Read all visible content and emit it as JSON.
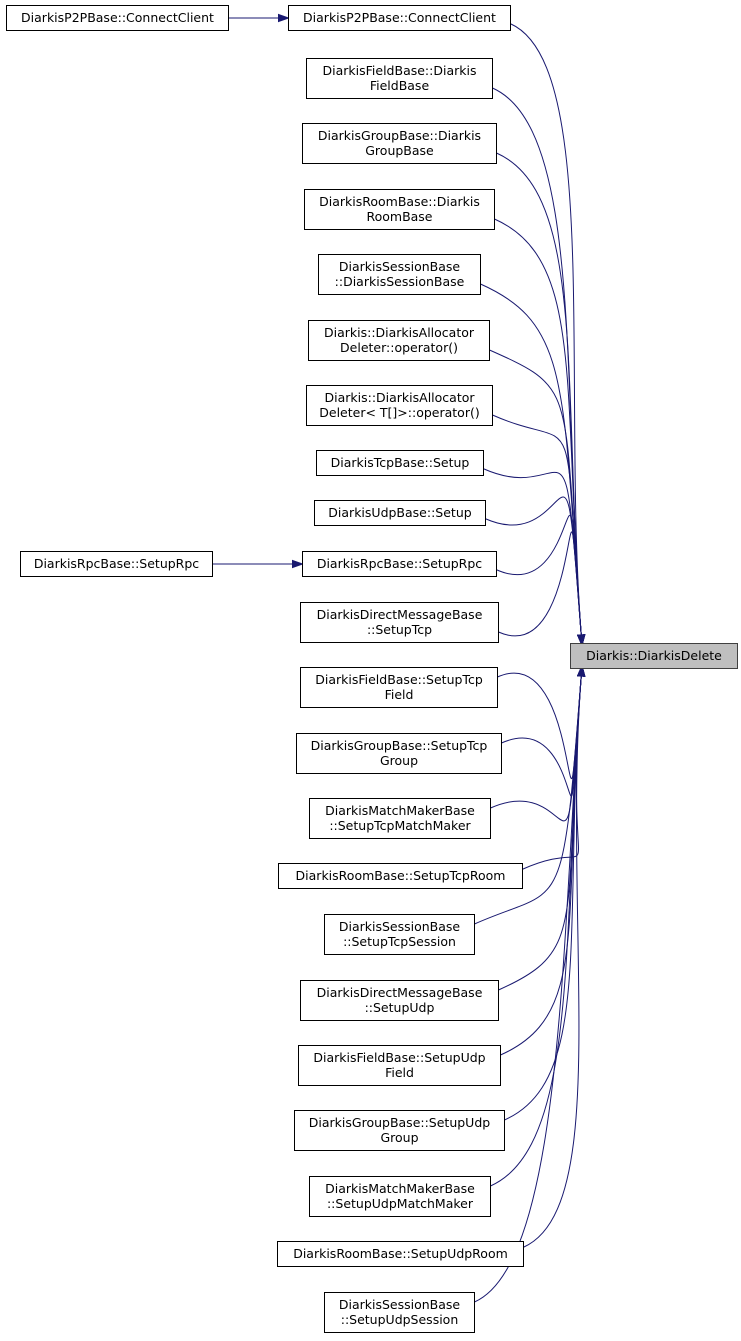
{
  "diagram": {
    "type": "call-graph",
    "target": "Diarkis::DiarkisDelete",
    "nodes": [
      {
        "id": "p2p_connect_outer",
        "lines": [
          "DiarkisP2PBase::ConnectClient"
        ]
      },
      {
        "id": "p2p_connect",
        "lines": [
          "DiarkisP2PBase::ConnectClient"
        ]
      },
      {
        "id": "field_ctor",
        "lines": [
          "DiarkisFieldBase::Diarkis",
          "FieldBase"
        ]
      },
      {
        "id": "group_ctor",
        "lines": [
          "DiarkisGroupBase::Diarkis",
          "GroupBase"
        ]
      },
      {
        "id": "room_ctor",
        "lines": [
          "DiarkisRoomBase::Diarkis",
          "RoomBase"
        ]
      },
      {
        "id": "session_ctor",
        "lines": [
          "DiarkisSessionBase",
          "::DiarkisSessionBase"
        ]
      },
      {
        "id": "alloc_deleter_op",
        "lines": [
          "Diarkis::DiarkisAllocator",
          "Deleter::operator()"
        ]
      },
      {
        "id": "alloc_deleter_arr_op",
        "lines": [
          "Diarkis::DiarkisAllocator",
          "Deleter< T[]>::operator()"
        ]
      },
      {
        "id": "tcp_setup",
        "lines": [
          "DiarkisTcpBase::Setup"
        ]
      },
      {
        "id": "udp_setup",
        "lines": [
          "DiarkisUdpBase::Setup"
        ]
      },
      {
        "id": "rpc_setup_outer",
        "lines": [
          "DiarkisRpcBase::SetupRpc"
        ]
      },
      {
        "id": "rpc_setup",
        "lines": [
          "DiarkisRpcBase::SetupRpc"
        ]
      },
      {
        "id": "dm_setup_tcp",
        "lines": [
          "DiarkisDirectMessageBase",
          "::SetupTcp"
        ]
      },
      {
        "id": "field_setup_tcp",
        "lines": [
          "DiarkisFieldBase::SetupTcp",
          "Field"
        ]
      },
      {
        "id": "group_setup_tcp",
        "lines": [
          "DiarkisGroupBase::SetupTcp",
          "Group"
        ]
      },
      {
        "id": "mm_setup_tcp",
        "lines": [
          "DiarkisMatchMakerBase",
          "::SetupTcpMatchMaker"
        ]
      },
      {
        "id": "room_setup_tcp",
        "lines": [
          "DiarkisRoomBase::SetupTcpRoom"
        ]
      },
      {
        "id": "session_setup_tcp",
        "lines": [
          "DiarkisSessionBase",
          "::SetupTcpSession"
        ]
      },
      {
        "id": "dm_setup_udp",
        "lines": [
          "DiarkisDirectMessageBase",
          "::SetupUdp"
        ]
      },
      {
        "id": "field_setup_udp",
        "lines": [
          "DiarkisFieldBase::SetupUdp",
          "Field"
        ]
      },
      {
        "id": "group_setup_udp",
        "lines": [
          "DiarkisGroupBase::SetupUdp",
          "Group"
        ]
      },
      {
        "id": "mm_setup_udp",
        "lines": [
          "DiarkisMatchMakerBase",
          "::SetupUdpMatchMaker"
        ]
      },
      {
        "id": "room_setup_udp",
        "lines": [
          "DiarkisRoomBase::SetupUdpRoom"
        ]
      },
      {
        "id": "session_setup_udp",
        "lines": [
          "DiarkisSessionBase",
          "::SetupUdpSession"
        ]
      },
      {
        "id": "target",
        "lines": [
          "Diarkis::DiarkisDelete"
        ]
      }
    ],
    "edges": [
      {
        "from": "p2p_connect_outer",
        "to": "p2p_connect"
      },
      {
        "from": "rpc_setup_outer",
        "to": "rpc_setup"
      },
      {
        "from": "p2p_connect",
        "to": "target"
      },
      {
        "from": "field_ctor",
        "to": "target"
      },
      {
        "from": "group_ctor",
        "to": "target"
      },
      {
        "from": "room_ctor",
        "to": "target"
      },
      {
        "from": "session_ctor",
        "to": "target"
      },
      {
        "from": "alloc_deleter_op",
        "to": "target"
      },
      {
        "from": "alloc_deleter_arr_op",
        "to": "target"
      },
      {
        "from": "tcp_setup",
        "to": "target"
      },
      {
        "from": "udp_setup",
        "to": "target"
      },
      {
        "from": "rpc_setup",
        "to": "target"
      },
      {
        "from": "dm_setup_tcp",
        "to": "target"
      },
      {
        "from": "field_setup_tcp",
        "to": "target"
      },
      {
        "from": "group_setup_tcp",
        "to": "target"
      },
      {
        "from": "mm_setup_tcp",
        "to": "target"
      },
      {
        "from": "room_setup_tcp",
        "to": "target"
      },
      {
        "from": "session_setup_tcp",
        "to": "target"
      },
      {
        "from": "dm_setup_udp",
        "to": "target"
      },
      {
        "from": "field_setup_udp",
        "to": "target"
      },
      {
        "from": "group_setup_udp",
        "to": "target"
      },
      {
        "from": "mm_setup_udp",
        "to": "target"
      },
      {
        "from": "room_setup_udp",
        "to": "target"
      },
      {
        "from": "session_setup_udp",
        "to": "target"
      }
    ]
  }
}
